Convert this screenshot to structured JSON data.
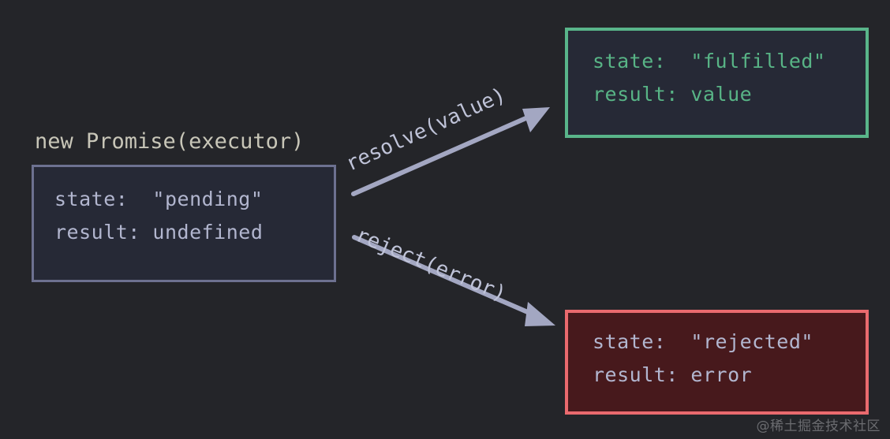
{
  "diagram": {
    "title": "new Promise(executor)",
    "background_color": "#242529",
    "states": {
      "pending": {
        "name": "pending-state-box",
        "border_color": "#6d7190",
        "fill_color": "#262936",
        "text_color": "#b2b6cf",
        "lines": [
          "state:  \"pending\"",
          "result: undefined"
        ]
      },
      "fulfilled": {
        "name": "fulfilled-state-box",
        "border_color": "#59b58a",
        "fill_color": "#262936",
        "text_color": "#58b486",
        "lines": [
          "state:  \"fulfilled\"",
          "result: value"
        ]
      },
      "rejected": {
        "name": "rejected-state-box",
        "border_color": "#ea6a6e",
        "fill_color": "#47191c",
        "text_color": "#b2b6cf",
        "lines": [
          "state:  \"rejected\"",
          "result: error"
        ]
      }
    },
    "transitions": [
      {
        "id": "resolve",
        "label": "resolve(value)",
        "from": "pending",
        "to": "fulfilled",
        "color": "#a3a7c2"
      },
      {
        "id": "reject",
        "label": "reject(error)",
        "from": "pending",
        "to": "rejected",
        "color": "#a3a7c2"
      }
    ]
  },
  "watermark": {
    "text": "@稀土掘金技术社区"
  }
}
